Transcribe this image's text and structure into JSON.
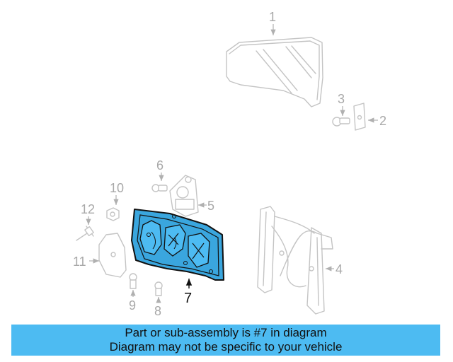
{
  "callouts": {
    "c1": "1",
    "c2": "2",
    "c3": "3",
    "c4": "4",
    "c5": "5",
    "c6": "6",
    "c7": "7",
    "c8": "8",
    "c9": "9",
    "c10": "10",
    "c11": "11",
    "c12": "12"
  },
  "highlight_color": "#4dbbf2",
  "banner": {
    "line1": "Part or sub-assembly is #7 in diagram",
    "line2": "Diagram may not be specific to your vehicle"
  }
}
